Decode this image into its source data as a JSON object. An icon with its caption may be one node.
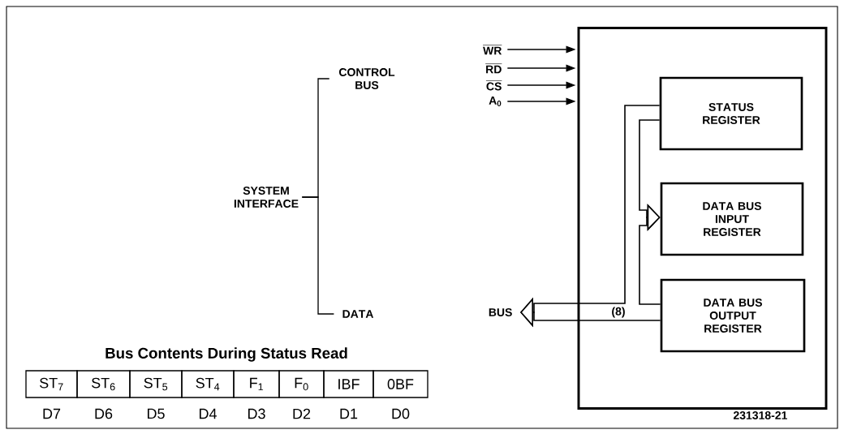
{
  "diagram": {
    "title": "Bus Contents During Status Read",
    "nodes": [
      {
        "text": [
          "CONTROL BUS"
        ]
      },
      {
        "text": [
          "SYSTEM INTERFACE"
        ]
      },
      {
        "text": [
          "DATA"
        ]
      },
      {
        "text": [
          "\\overline{\\textbf{WR}}"
        ]
      },
      {
        "text": [
          "\\overline{\\textbf{RD}}"
        ]
      },
      {
        "text": [
          "\\overline{\\textbf{CS}}"
        ]
      },
      {
        "text": [
          "\\textbf{A}_{\\textbf{0}}"
        ]
      },
      {
        "text": [],
        "shape": "box"
      },
      {
        "text": [
          "STATUS REGISTER"
        ],
        "in": 7
      },
      {
        "text": [
          "DATA BUS INPUT REGISTER"
        ],
        "in": 7
      },
      {
        "text": [
          "DATA BUS OUTPUT REGISTER"
        ],
        "in": 7
      },
      {
        "text": [
          "BUS"
        ]
      }
    ],
    "edges": [
      {
        "from": 1,
        "to": 0,
        "arrow": "none"
      },
      {
        "from": 1,
        "to": 2,
        "arrow": "none"
      },
      {
        "from": 3,
        "to": 7,
        "arrow": "to"
      },
      {
        "from": 4,
        "to": 7,
        "arrow": "to"
      },
      {
        "from": 5,
        "to": 7,
        "arrow": "to"
      },
      {
        "from": 6,
        "to": 7,
        "arrow": "to"
      },
      {
        "from": 8,
        "to": 11,
        "arrow": "to"
      },
      {
        "from": 10,
        "to": 11,
        "arrow": "to",
        "label": "(8)"
      },
      {
        "from": 8,
        "to": 9,
        "arrow": "to"
      },
      {
        "from": 10,
        "to": 9,
        "arrow": "to"
      }
    ],
    "labels": [
      "ST$_{7}$",
      "ST$_{6}$",
      "ST$_{5}$",
      "ST$_{4}$",
      "F$_{1}$",
      "F$_{0}$",
      "IBF",
      "0BF",
      "D7",
      "D6",
      "D5",
      "D4",
      "D3",
      "D2",
      "D1",
      "D0",
      "231318-21"
    ]
  }
}
